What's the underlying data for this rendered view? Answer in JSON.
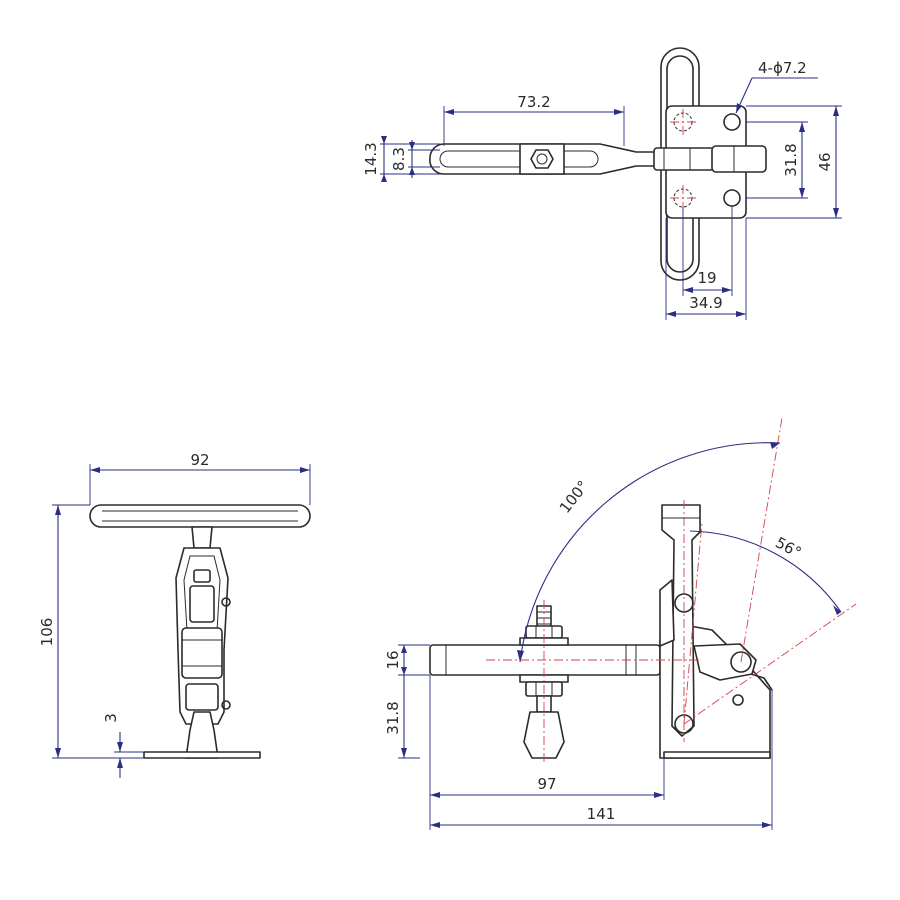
{
  "drawing": {
    "colors": {
      "part_outline": "#2b2b2b",
      "dimension_line": "#2a2f85",
      "center_line": "#d0434a"
    },
    "top_view": {
      "handle_length": "73.2",
      "handle_outer_width": "14.3",
      "handle_inner_width": "8.3",
      "hole_callout": "4-ϕ7.2",
      "hole_spacing_vertical": "31.8",
      "base_width": "46",
      "hole_spacing_horizontal": "19",
      "base_depth": "34.9"
    },
    "front_view": {
      "handle_width": "92",
      "overall_height": "106",
      "base_thickness": "3"
    },
    "side_view": {
      "open_angle": "100°",
      "release_angle": "56°",
      "bar_thickness": "16",
      "spindle_height": "31.8",
      "spindle_reach": "97",
      "overall_length": "141"
    }
  }
}
